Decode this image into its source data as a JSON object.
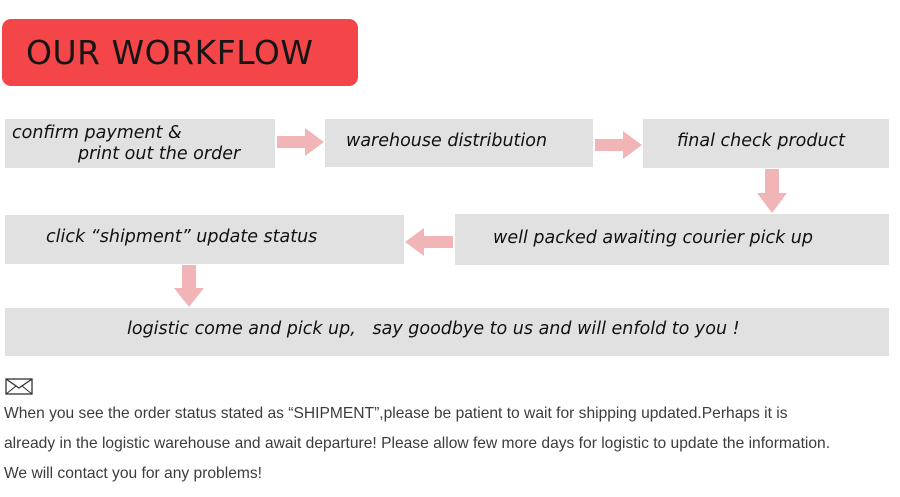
{
  "header": {
    "title": "OUR WORKFLOW",
    "accent_color": "#f44649"
  },
  "steps": [
    {
      "id": "confirm",
      "lines": [
        "confirm payment &",
        "print out the order"
      ]
    },
    {
      "id": "warehouse",
      "text": "warehouse distribution"
    },
    {
      "id": "final-check",
      "text": "final check product"
    },
    {
      "id": "packed",
      "text": "well packed awaiting courier pick up"
    },
    {
      "id": "shipment",
      "text": "click “shipment” update status"
    },
    {
      "id": "logistic",
      "text": "logistic come and pick up,   say goodbye to us and will enfold to you !"
    }
  ],
  "colors": {
    "step_box": "#e1e1e1",
    "arrow": "#f1b5b7"
  },
  "arrows": [
    {
      "from": "confirm",
      "to": "warehouse",
      "direction": "right"
    },
    {
      "from": "warehouse",
      "to": "final-check",
      "direction": "right"
    },
    {
      "from": "final-check",
      "to": "packed",
      "direction": "down"
    },
    {
      "from": "packed",
      "to": "shipment",
      "direction": "left"
    },
    {
      "from": "shipment",
      "to": "logistic",
      "direction": "down"
    }
  ],
  "note": {
    "icon": "envelope-icon",
    "lines": [
      "When you see the order status stated as “SHIPMENT”,please be patient to wait for shipping updated.Perhaps it is",
      "already in the logistic warehouse and await departure! Please allow few more days for logistic to update the information.",
      "We will contact you for any problems!"
    ]
  }
}
